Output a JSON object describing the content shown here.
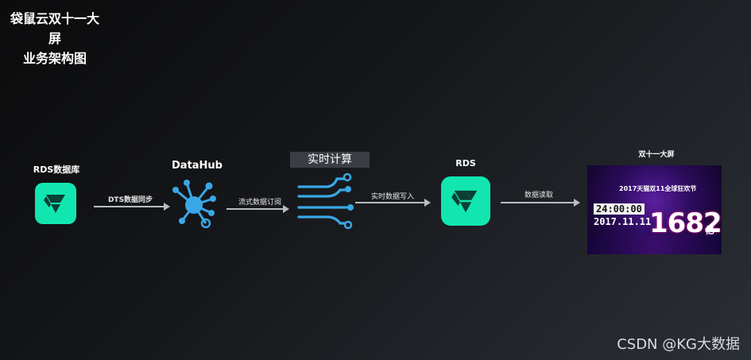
{
  "title": {
    "line1": "袋鼠云双十一大屏",
    "line2": "业务架构图"
  },
  "nodes": {
    "rds_db": {
      "label": "RDS数据库",
      "icon": "rds-icon"
    },
    "datahub": {
      "label": "DataHub",
      "icon": "datahub-icon"
    },
    "realtime": {
      "label": "实时计算",
      "icon": "stream-compute-icon"
    },
    "rds": {
      "label": "RDS",
      "icon": "rds-icon"
    },
    "screen": {
      "label": "双十一大屏"
    }
  },
  "edges": {
    "dts": "DTS数据同步",
    "stream_sub": "流式数据订阅",
    "rt_write": "实时数据写入",
    "read": "数据读取"
  },
  "screen": {
    "banner": "2017天猫双11全球狂欢节",
    "clock": "24:00:00",
    "date": "2017.11.11",
    "amount": "1682",
    "unit": "亿"
  },
  "watermark": "CSDN @KG大数据",
  "colors": {
    "rds": "#12e6b0",
    "datahub": "#3aa7e6",
    "arrow": "#b9bcc2"
  }
}
